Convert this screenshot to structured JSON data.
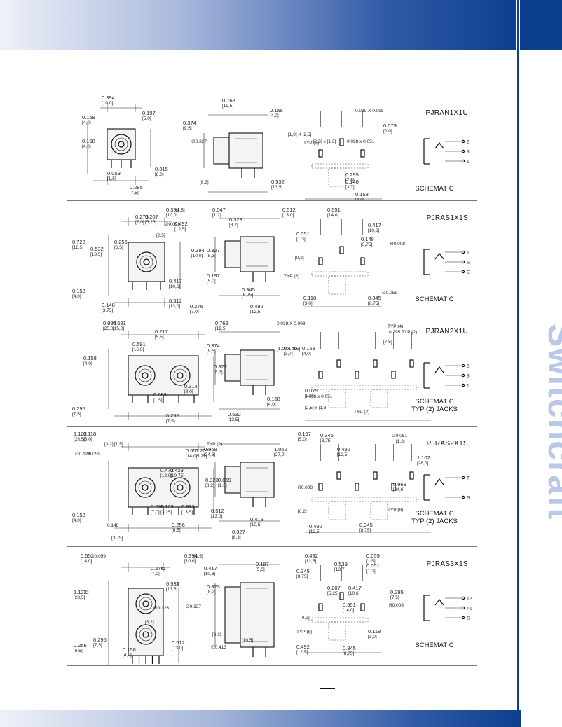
{
  "brand": {
    "name": "Switchcraft"
  },
  "colors": {
    "brand_blue": "#0d3f8f",
    "brand_light": "#b9c7e8"
  },
  "page_mark": "—",
  "panels": [
    {
      "model": "PJRAN1X1U",
      "schematic_label": "SCHEMATIC",
      "schematic_pins": [
        "2",
        "3",
        "1"
      ],
      "dims": [
        [
          "0.394",
          "[10,0]"
        ],
        [
          "0.197",
          "[5,0]"
        ],
        [
          "0.158",
          "[4,0]"
        ],
        [
          "0.158",
          "[4,0]"
        ],
        [
          "0.315",
          "[8,0]"
        ],
        [
          "0.059",
          "[1,5]"
        ],
        [
          "0.295",
          "[7,5]"
        ],
        [
          "0.768",
          "[19,5]"
        ],
        [
          "0.374",
          "[9,5]"
        ],
        "∅0.327",
        "[8,3]",
        [
          "0.532",
          "[13,5]"
        ],
        [
          "0.158",
          "[4,0]"
        ],
        "0.039 X 0.098",
        "[1,0] X [2,5]",
        "TYP (2)",
        [
          "0.295",
          "[7,5]"
        ],
        [
          "0.146",
          "[3,7]"
        ],
        [
          "0.158",
          "[4,0]"
        ],
        [
          "0.079",
          "[2,0]"
        ],
        "0.098 x 0.051",
        "[2,5] x [1,3]"
      ]
    },
    {
      "model": "PJRAS1X1S",
      "schematic_label": "SCHEMATIC",
      "schematic_pins": [
        "T",
        "S",
        "G"
      ],
      "dims": [
        [
          "0.394",
          "[10,0]"
        ],
        [
          "0.276",
          "[7,0]"
        ],
        "∅0.098",
        "[2,5]",
        [
          "0.256",
          "[6,5]"
        ],
        [
          "0.728",
          "[18,5]"
        ],
        [
          "0.532",
          "[13,5]"
        ],
        [
          "0.158",
          "[4,0]"
        ],
        [
          "0.148",
          "[3,75]"
        ],
        [
          "0.417",
          "[10,6]"
        ],
        [
          "0.512",
          "[13,0]"
        ],
        [
          "0.276",
          "[7,0]"
        ],
        [
          "0.047",
          "[1,2]"
        ],
        [
          "0.323",
          "[8,2]"
        ],
        [
          "0.394",
          "[10,0]"
        ],
        [
          "0.327",
          "[8,3]"
        ],
        [
          "0.197",
          "[5,0]"
        ],
        [
          "0.345",
          "[8,75]"
        ],
        [
          "0.492",
          "[12,5]"
        ],
        [
          "0.512",
          "[13,0]"
        ],
        [
          "0.551",
          "[14,0]"
        ],
        [
          "0.417",
          "[10,6]"
        ],
        [
          "0.051",
          "[1,3]"
        ],
        [
          "0.148",
          "[3,75]"
        ],
        "R0.008",
        "[0,2]",
        "TYP (6)",
        [
          "0.118",
          "[3,0]"
        ],
        [
          "0.345",
          "[8,75]"
        ],
        "∅0.059",
        "[1,5]",
        [
          "0.207",
          "[5,25]"
        ],
        [
          "0.492",
          "[12,5]"
        ]
      ]
    },
    {
      "model": "PJRAN2X1U",
      "schematic_label": "SCHEMATIC",
      "schematic_sub": "TYP (2) JACKS",
      "schematic_pins": [
        "2",
        "3",
        "1"
      ],
      "dims": [
        [
          "0.984",
          "[25,0]"
        ],
        [
          "0.591",
          "[15,0]"
        ],
        [
          "0.217",
          "[5,5]"
        ],
        [
          "0.158",
          "[4,0]"
        ],
        [
          "0.314",
          "[8,0]"
        ],
        [
          "0.059",
          "[1,5]"
        ],
        [
          "0.295",
          "[7,5]"
        ],
        [
          "0.295",
          "[7,5]"
        ],
        [
          "0.768",
          "[19,5]"
        ],
        [
          "0.374",
          "[9,5]"
        ],
        [
          "0.327",
          "[8,3]"
        ],
        [
          "0.532",
          "[13,5]"
        ],
        [
          "0.158",
          "[4,0]"
        ],
        "0.039 X 0.098",
        "[1,0] X [2,5]",
        "TYP (4)",
        "0.295 TYP (2)",
        "[7,5]",
        [
          "0.146",
          "[3,7]"
        ],
        [
          "0.158",
          "[4,0]"
        ],
        [
          "0.079",
          "[2,0]"
        ],
        "0.098 x 0.051",
        "[2,5] x [1,3]",
        "TYP (2)",
        [
          "0.591",
          "[15,0]"
        ]
      ]
    },
    {
      "model": "PJRAS2X1S",
      "schematic_label": "SCHEMATIC",
      "schematic_sub": "TYP (2) JACKS",
      "schematic_pins": [
        "T",
        "S"
      ],
      "dims": [
        [
          "1.122",
          "[28,5]"
        ],
        "∅0.126",
        "[3,2]",
        [
          "0.551",
          "[14,0]"
        ],
        [
          "0.472",
          "[12,0]"
        ],
        [
          "0.276",
          "[7,0]"
        ],
        [
          "0.532",
          "[13,5]"
        ],
        [
          "0.256",
          "[6,5]"
        ],
        [
          "0.158",
          "[4,0]"
        ],
        "0.148",
        "[3,75]",
        "TYP (2)",
        [
          "0.968",
          "[24,6]"
        ],
        [
          "1.062",
          "[27,0]"
        ],
        [
          "0.323",
          "[8,2]"
        ],
        [
          "0.059",
          "[1,5]"
        ],
        [
          "0.512",
          "[13,0]"
        ],
        [
          "0.413",
          "[10,5]"
        ],
        [
          "0.327",
          "[8,3]"
        ],
        [
          "0.197",
          "[5,0]"
        ],
        [
          "0.345",
          "[8,75]"
        ],
        [
          "0.492",
          "[12,5]"
        ],
        "∅0.051",
        "[1,3]",
        [
          "1.102",
          "[28,0]"
        ],
        [
          "0.969",
          "[24,6]"
        ],
        "R0.008",
        "[0,2]",
        "TYP (8)",
        [
          "0.492",
          "[12,5]"
        ],
        [
          "0.345",
          "[8,75]"
        ],
        [
          "0.118",
          "[3,0]"
        ],
        "∅0.059",
        "[1,5]",
        [
          "0.207",
          "[5,25]"
        ],
        [
          "0.423",
          "[10,75]"
        ],
        [
          "0.128",
          "[3,25]"
        ]
      ]
    },
    {
      "model": "PJRAS3X1S",
      "schematic_label": "SCHEMATIC",
      "schematic_pins": [
        "T2",
        "T1",
        "S"
      ],
      "dims": [
        [
          "0.551",
          "[14,0]"
        ],
        [
          "0.394",
          "[10,0]"
        ],
        [
          "0.276",
          "[7,0]"
        ],
        [
          "1.122",
          "[28,5]"
        ],
        [
          "0.532",
          "[13,5]"
        ],
        "∅0.126",
        "[3,2]",
        [
          "0.295",
          "[7,5]"
        ],
        [
          "0.256",
          "[6,5]"
        ],
        [
          "0.158",
          "[4,0]"
        ],
        [
          "0.512",
          "[13,0]"
        ],
        [
          "0.417",
          "[10,6]"
        ],
        [
          "0.323",
          "[8,2]"
        ],
        "∅0.327",
        "[8,3]",
        "∅0.413",
        "[10,5]",
        [
          "0.197",
          "[5,0]"
        ],
        [
          "0.492",
          "[12,5]"
        ],
        [
          "0.345",
          "[8,75]"
        ],
        [
          "0.539",
          "[13,7]"
        ],
        [
          "0.059",
          "[1,5]"
        ],
        [
          "0.051",
          "[1,3]"
        ],
        [
          "0.295",
          "[7,5]"
        ],
        "R0.008",
        "[0,2]",
        "TYP (8)",
        [
          "0.492",
          "[12,5]"
        ],
        [
          "0.345",
          "[8,75]"
        ],
        [
          "0.118",
          "[3,0]"
        ],
        [
          "0.207",
          "[5,25]"
        ],
        [
          "0.417",
          "[10,6]"
        ],
        [
          "0.551",
          "[14,0]"
        ],
        "∅0.059",
        "[1,5]",
        "T1",
        "T2",
        "S"
      ]
    }
  ]
}
